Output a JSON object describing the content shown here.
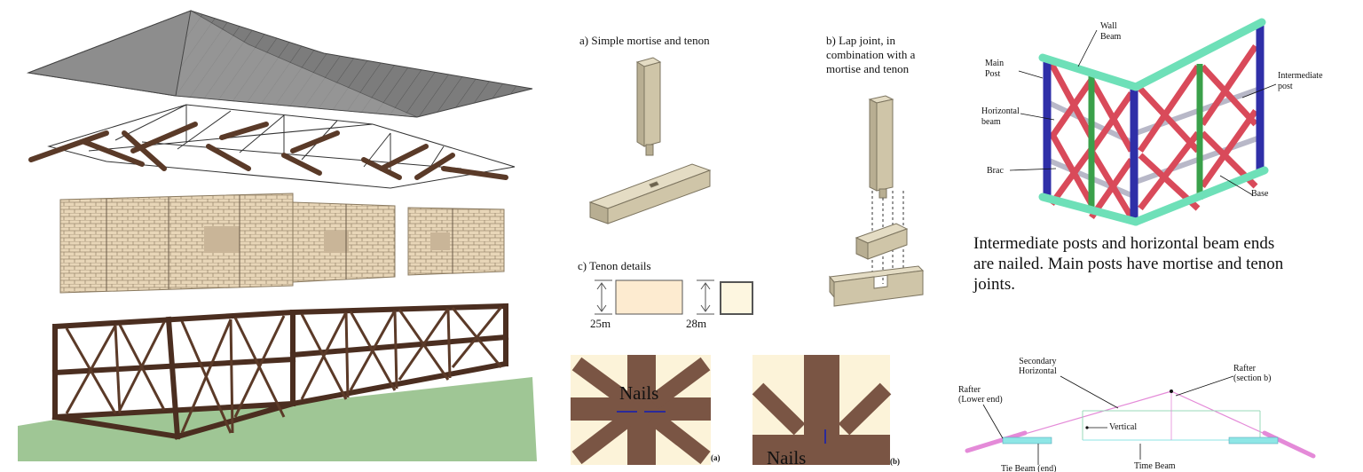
{
  "joints": {
    "a_label": "a) Simple mortise and tenon",
    "b_label_lines": [
      "b) Lap joint, in",
      "combination with a",
      "mortise and tenon"
    ],
    "c_label": "c) Tenon details",
    "dim_left": "25m",
    "dim_right": "28m"
  },
  "wall": {
    "labels": {
      "wall_beam": [
        "Wall",
        "Beam"
      ],
      "main_post": [
        "Main",
        "Post"
      ],
      "horizontal_beam": [
        "Horizontal",
        "beam"
      ],
      "brace": "Brac",
      "intermediate_post": [
        "Intermediate",
        "post"
      ],
      "base": "Base"
    },
    "caption_lines": [
      "Intermediate posts and horizontal beam ends",
      "are nailed. Main posts have mortise and tenon",
      "joints."
    ],
    "colors": {
      "beam": "#6ee0b8",
      "main_post": "#2f2fa8",
      "brace": "#d94a5a",
      "intermediate_post": "#3aa04a",
      "horizontal": "#b8b8c8"
    }
  },
  "nails": {
    "a_label": "Nails",
    "a_sub": "(a)",
    "b_label": "Nails",
    "b_sub": "(b)",
    "colors": {
      "wood": "#7a5544",
      "bg": "#fcf3d9",
      "nail": "#2a2a9a"
    }
  },
  "roof": {
    "rafter_lower": [
      "Rafter",
      "(Lower end)"
    ],
    "secondary_horizontal": [
      "Secondary",
      "Horizontal"
    ],
    "rafter_b": [
      "Rafter",
      "(section b)"
    ],
    "vertical": "Vertical",
    "tie_beam": "Tie Beam (end)",
    "time_beam": "Time Beam",
    "colors": {
      "rafter": "#e48ad8",
      "tie": "#8ee6e6"
    }
  }
}
